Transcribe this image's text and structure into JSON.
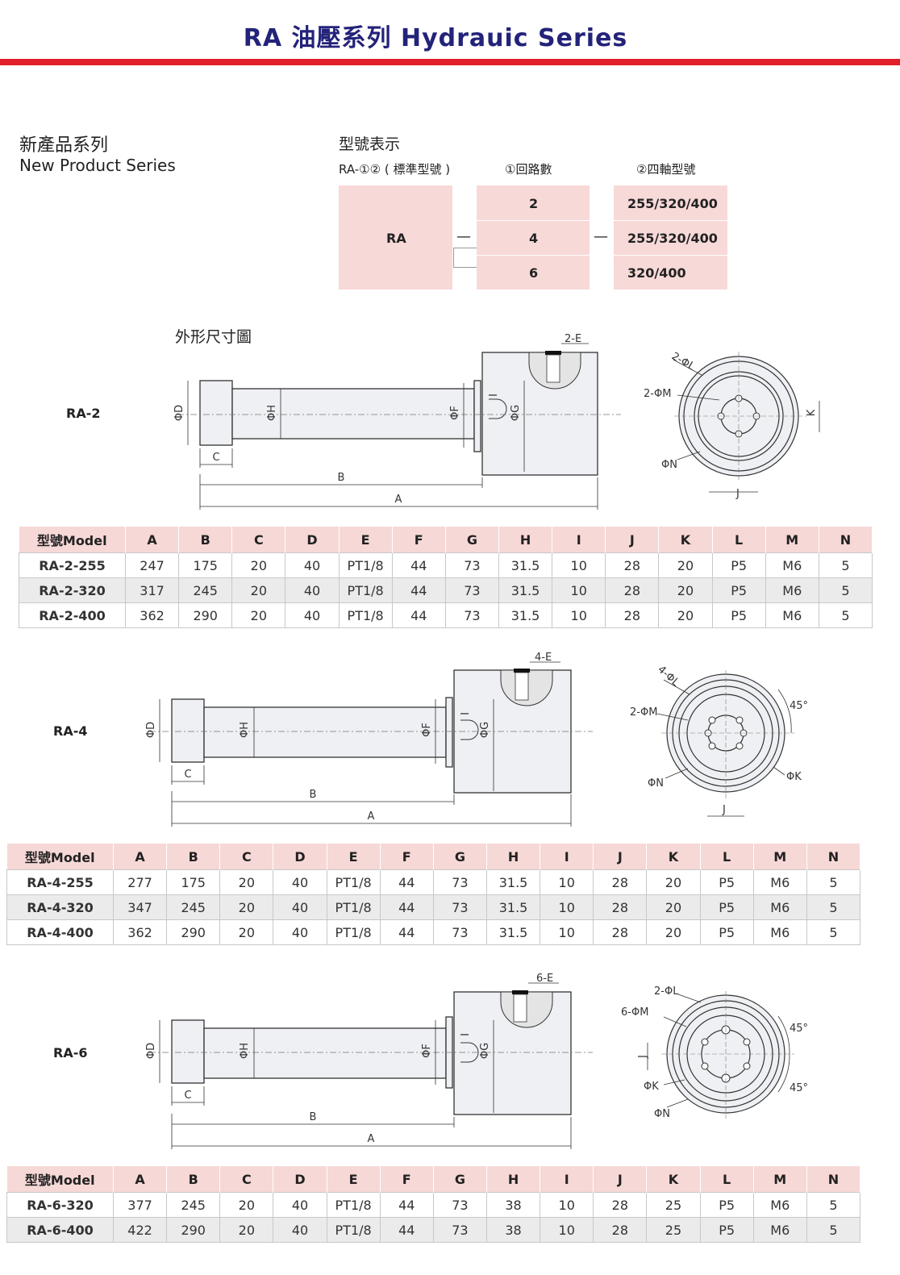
{
  "header": {
    "title": "RA 油壓系列 Hydrauic Series"
  },
  "new_product": {
    "title_zh": "新產品系列",
    "title_en": "New Product Series"
  },
  "model_scheme": {
    "title": "型號表示",
    "head_standard": "RA-①② ( 標準型號 )",
    "head_circuits": "①回路數",
    "head_axis": "②四軸型號",
    "prefix": "RA",
    "dash": "—",
    "rows": [
      {
        "circuits": "2",
        "axis": "255/320/400"
      },
      {
        "circuits": "4",
        "axis": "255/320/400"
      },
      {
        "circuits": "6",
        "axis": "320/400"
      }
    ]
  },
  "dimension_title": "外形尺寸圖",
  "dims": {
    "A": "A",
    "B": "B",
    "C": "C",
    "D": "ΦD",
    "F": "ΦF",
    "G": "ΦG",
    "H": "ΦH",
    "I": "I",
    "J": "J",
    "K": "K",
    "PK": "ΦK",
    "N": "ΦN",
    "deg": "45°"
  },
  "sections": [
    {
      "label": "RA-2",
      "side": {
        "E": "2-E",
        "L": "2-ΦL",
        "M": "2-ΦM"
      },
      "headers": [
        "型號Model",
        "A",
        "B",
        "C",
        "D",
        "E",
        "F",
        "G",
        "H",
        "I",
        "J",
        "K",
        "L",
        "M",
        "N"
      ],
      "rows": [
        [
          "RA-2-255",
          "247",
          "175",
          "20",
          "40",
          "PT1/8",
          "44",
          "73",
          "31.5",
          "10",
          "28",
          "20",
          "P5",
          "M6",
          "5"
        ],
        [
          "RA-2-320",
          "317",
          "245",
          "20",
          "40",
          "PT1/8",
          "44",
          "73",
          "31.5",
          "10",
          "28",
          "20",
          "P5",
          "M6",
          "5"
        ],
        [
          "RA-2-400",
          "362",
          "290",
          "20",
          "40",
          "PT1/8",
          "44",
          "73",
          "31.5",
          "10",
          "28",
          "20",
          "P5",
          "M6",
          "5"
        ]
      ]
    },
    {
      "label": "RA-4",
      "side": {
        "E": "4-E",
        "L": "4-ΦL",
        "M": "2-ΦM"
      },
      "headers": [
        "型號Model",
        "A",
        "B",
        "C",
        "D",
        "E",
        "F",
        "G",
        "H",
        "I",
        "J",
        "K",
        "L",
        "M",
        "N"
      ],
      "rows": [
        [
          "RA-4-255",
          "277",
          "175",
          "20",
          "40",
          "PT1/8",
          "44",
          "73",
          "31.5",
          "10",
          "28",
          "20",
          "P5",
          "M6",
          "5"
        ],
        [
          "RA-4-320",
          "347",
          "245",
          "20",
          "40",
          "PT1/8",
          "44",
          "73",
          "31.5",
          "10",
          "28",
          "20",
          "P5",
          "M6",
          "5"
        ],
        [
          "RA-4-400",
          "362",
          "290",
          "20",
          "40",
          "PT1/8",
          "44",
          "73",
          "31.5",
          "10",
          "28",
          "20",
          "P5",
          "M6",
          "5"
        ]
      ]
    },
    {
      "label": "RA-6",
      "side": {
        "E": "6-E",
        "L": "2-ΦL",
        "M": "6-ΦM"
      },
      "headers": [
        "型號Model",
        "A",
        "B",
        "C",
        "D",
        "E",
        "F",
        "G",
        "H",
        "I",
        "J",
        "K",
        "L",
        "M",
        "N"
      ],
      "rows": [
        [
          "RA-6-320",
          "377",
          "245",
          "20",
          "40",
          "PT1/8",
          "44",
          "73",
          "38",
          "10",
          "28",
          "25",
          "P5",
          "M6",
          "5"
        ],
        [
          "RA-6-400",
          "422",
          "290",
          "20",
          "40",
          "PT1/8",
          "44",
          "73",
          "38",
          "10",
          "28",
          "25",
          "P5",
          "M6",
          "5"
        ]
      ]
    }
  ]
}
